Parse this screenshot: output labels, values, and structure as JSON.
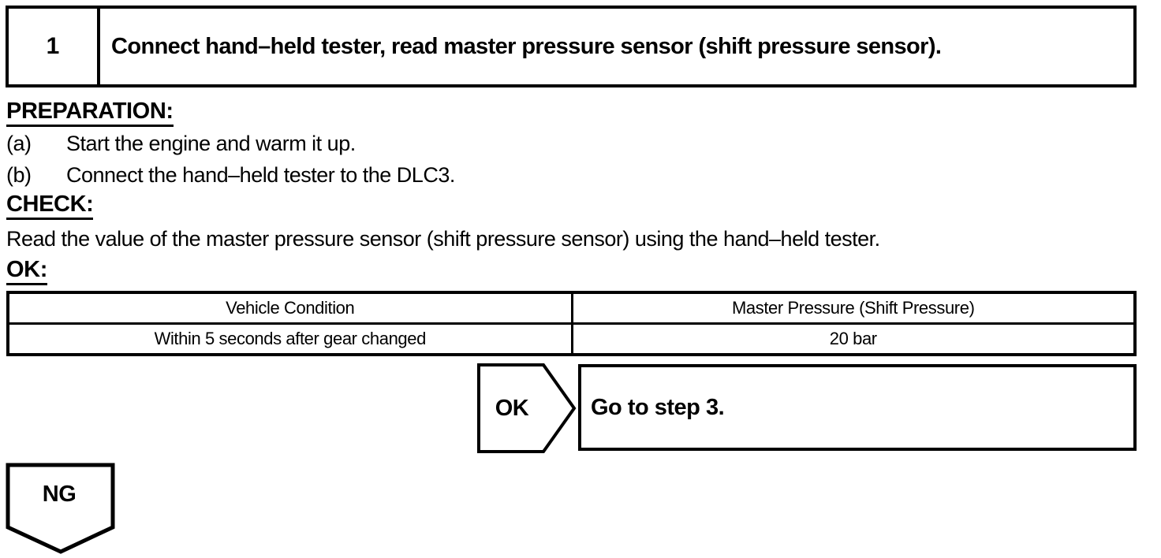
{
  "page": {
    "step_number": "1",
    "step_title": "Connect hand–held tester, read master pressure sensor (shift pressure sensor)."
  },
  "preparation": {
    "heading": "PREPARATION:",
    "items": [
      {
        "label": "(a)",
        "text": "Start the engine and warm it up."
      },
      {
        "label": "(b)",
        "text": "Connect the hand–held tester to the DLC3."
      }
    ]
  },
  "check": {
    "heading": "CHECK:",
    "body": "Read the value of the master pressure sensor (shift pressure sensor) using the hand–held tester."
  },
  "ok_section": {
    "heading": "OK:"
  },
  "spec_table": {
    "columns": [
      "Vehicle Condition",
      "Master Pressure (Shift Pressure)"
    ],
    "rows": [
      {
        "condition": "Within 5 seconds after gear changed",
        "value": "20 bar"
      }
    ]
  },
  "flow": {
    "ok_connector_label": "OK",
    "ok_action": "Go to step 3.",
    "ng_connector_label": "NG"
  },
  "colors": {
    "ink": "#000000",
    "paper": "#ffffff"
  }
}
